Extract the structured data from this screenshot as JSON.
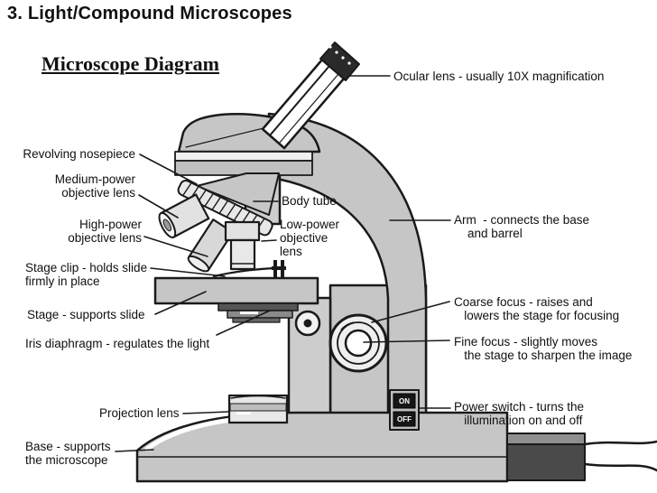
{
  "slide": {
    "title": "3. Light/Compound Microscopes",
    "heading": "Microscope Diagram"
  },
  "labels": {
    "ocular": "Ocular lens - usually 10X magnification",
    "revolving_nosepiece": "Revolving nosepiece",
    "medium_objective": "Medium-power\nobjective lens",
    "high_objective": "High-power\nobjective lens",
    "body_tube": "Body tube",
    "low_objective": "Low-power\nobjective\nlens",
    "stage_clip": "Stage clip - holds slide\nfirmly in place",
    "stage": "Stage - supports slide",
    "iris_diaphragm": "Iris diaphragm - regulates the light",
    "projection_lens": "Projection lens",
    "base": "Base - supports\nthe microscope",
    "arm": "Arm  - connects the base\n    and barrel",
    "coarse_focus": "Coarse focus - raises and\n   lowers the stage for focusing",
    "fine_focus": "Fine focus - slightly moves\n   the stage to sharpen the image",
    "power_switch": "Power switch - turns the\n   illumination on and off"
  },
  "power_switch": {
    "on": "ON",
    "off": "OFF"
  },
  "colors": {
    "body_gray": "#c6c6c6",
    "outline": "#1a1a1a",
    "background": "#ffffff",
    "switch_dark": "#161616"
  }
}
